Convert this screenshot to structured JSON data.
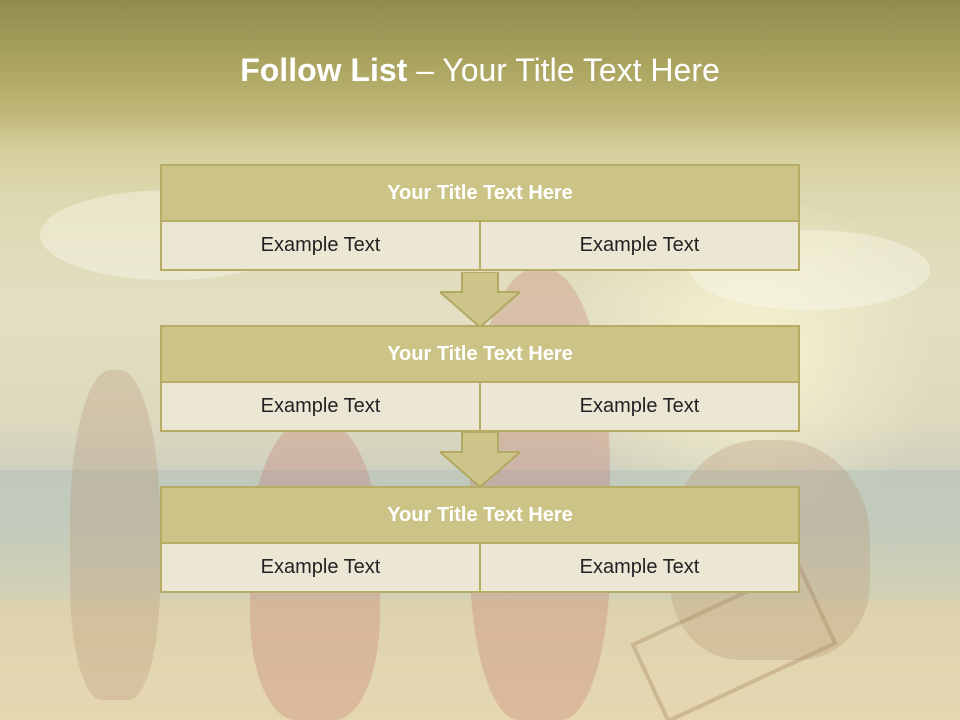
{
  "slide": {
    "title_bold": "Follow List",
    "title_rest": " – Your Title Text Here"
  },
  "blocks": [
    {
      "title": "Your Title Text Here",
      "left": "Example Text",
      "right": "Example Text"
    },
    {
      "title": "Your Title Text Here",
      "left": "Example Text",
      "right": "Example Text"
    },
    {
      "title": "Your Title Text Here",
      "left": "Example Text",
      "right": "Example Text"
    }
  ],
  "colors": {
    "title_band": "#ccc487",
    "border": "#b6ac64",
    "cell": "#ece7d5",
    "arrow": "#cdc48a"
  },
  "icons": [
    "down-arrow-icon",
    "down-arrow-icon"
  ]
}
